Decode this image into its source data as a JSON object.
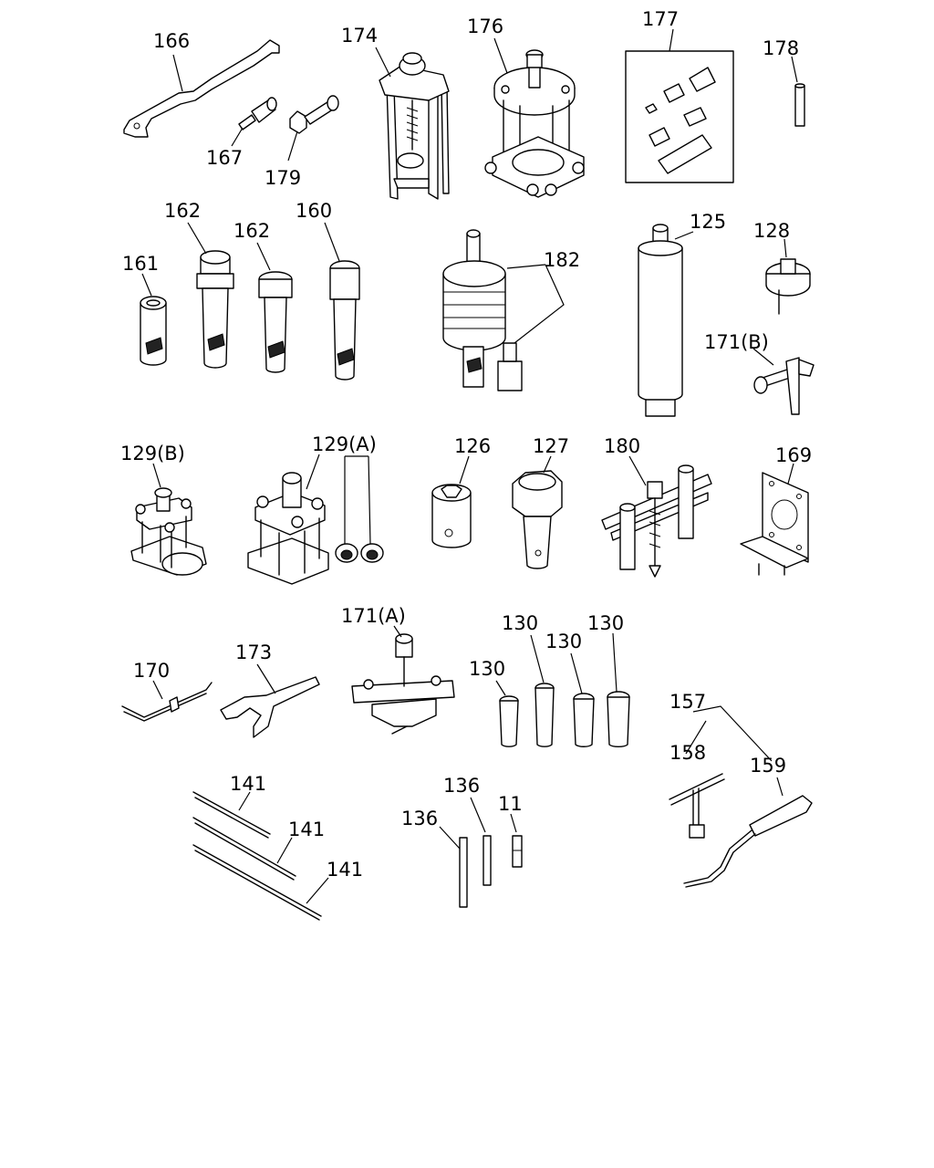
{
  "labels": {
    "p166": "166",
    "p167": "167",
    "p179": "179",
    "p174": "174",
    "p176": "176",
    "p177": "177",
    "p178": "178",
    "p161": "161",
    "p162a": "162",
    "p162b": "162",
    "p160": "160",
    "p182": "182",
    "p125": "125",
    "p128": "128",
    "p171b": "171(B)",
    "p129b": "129(B)",
    "p129a": "129(A)",
    "p126": "126",
    "p127": "127",
    "p180": "180",
    "p169": "169",
    "p171a": "171(A)",
    "p170": "170",
    "p173": "173",
    "p130a": "130",
    "p130b": "130",
    "p130c": "130",
    "p130d": "130",
    "p141a": "141",
    "p141b": "141",
    "p141c": "141",
    "p136a": "136",
    "p136b": "136",
    "p11": "11",
    "p157": "157",
    "p158": "158",
    "p159": "159"
  }
}
